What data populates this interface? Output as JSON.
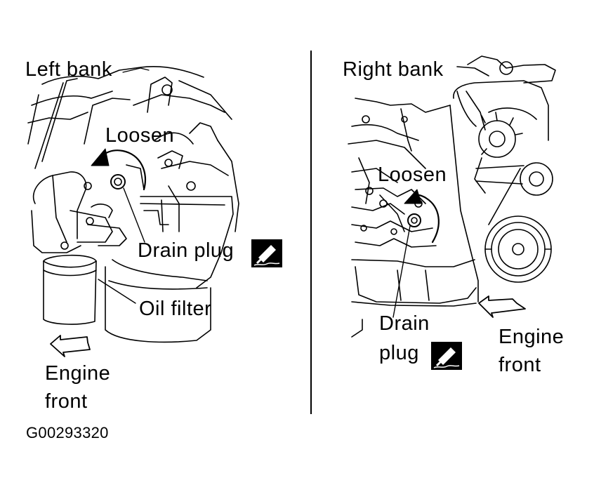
{
  "left_panel": {
    "bank_label": "Left bank",
    "loosen_label": "Loosen",
    "drain_plug_label": "Drain plug",
    "oil_filter_label": "Oil filter",
    "engine_front_line1": "Engine",
    "engine_front_line2": "front"
  },
  "right_panel": {
    "bank_label": "Right bank",
    "loosen_label": "Loosen",
    "drain_plug_line1": "Drain",
    "drain_plug_line2": "plug",
    "engine_front_line1": "Engine",
    "engine_front_line2": "front"
  },
  "figure_id": "G00293320",
  "icons": {
    "tool_icon": "wrench-service-icon",
    "direction_arrow": "outline-arrow-icon",
    "rotation_arrow": "curved-arrow-icon"
  }
}
